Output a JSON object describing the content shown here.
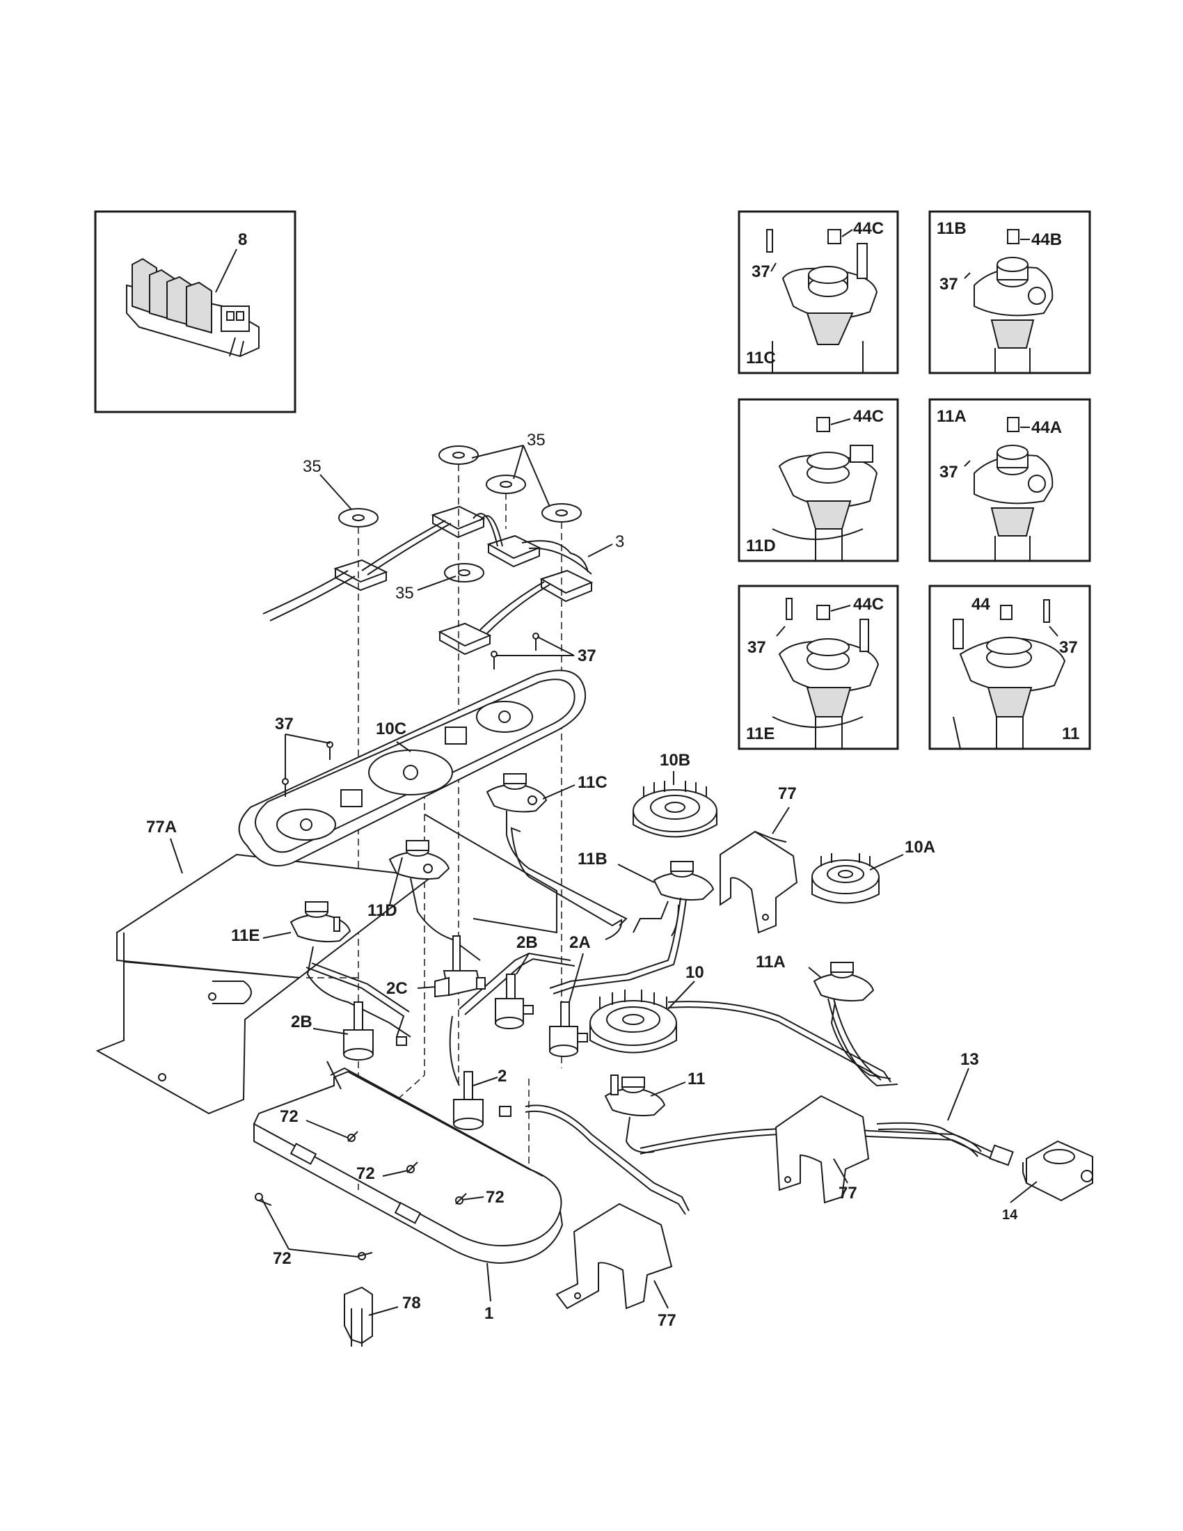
{
  "diagram": {
    "insets": {
      "igniter_module": {
        "label": "8"
      },
      "burner_11C": {
        "labels": [
          "37",
          "44C",
          "11C"
        ]
      },
      "burner_11B": {
        "labels": [
          "11B",
          "44B",
          "37"
        ]
      },
      "burner_11D": {
        "labels": [
          "44C",
          "11D"
        ]
      },
      "burner_11A": {
        "labels": [
          "11A",
          "44A",
          "37"
        ]
      },
      "burner_11E": {
        "labels": [
          "37",
          "44C",
          "11E"
        ]
      },
      "burner_11": {
        "labels": [
          "44",
          "37",
          "11"
        ]
      }
    },
    "callouts": {
      "c35a": "35",
      "c35b": "35",
      "c35c": "35",
      "c3": "3",
      "c37a": "37",
      "c10C": "10C",
      "c37b": "37",
      "c10B": "10B",
      "c11C": "11C",
      "c77a": "77",
      "c77A": "77A",
      "c10A": "10A",
      "c11B": "11B",
      "c11D": "11D",
      "c11E": "11E",
      "c2B_a": "2B",
      "c2A": "2A",
      "c10": "10",
      "c11A": "11A",
      "c2C": "2C",
      "c2B_b": "2B",
      "c13": "13",
      "c2": "2",
      "c11": "11",
      "c72a": "72",
      "c72b": "72",
      "c72c": "72",
      "c72d": "72",
      "c77b": "77",
      "c14": "14",
      "c77c": "77",
      "c78": "78",
      "c1": "1"
    }
  }
}
